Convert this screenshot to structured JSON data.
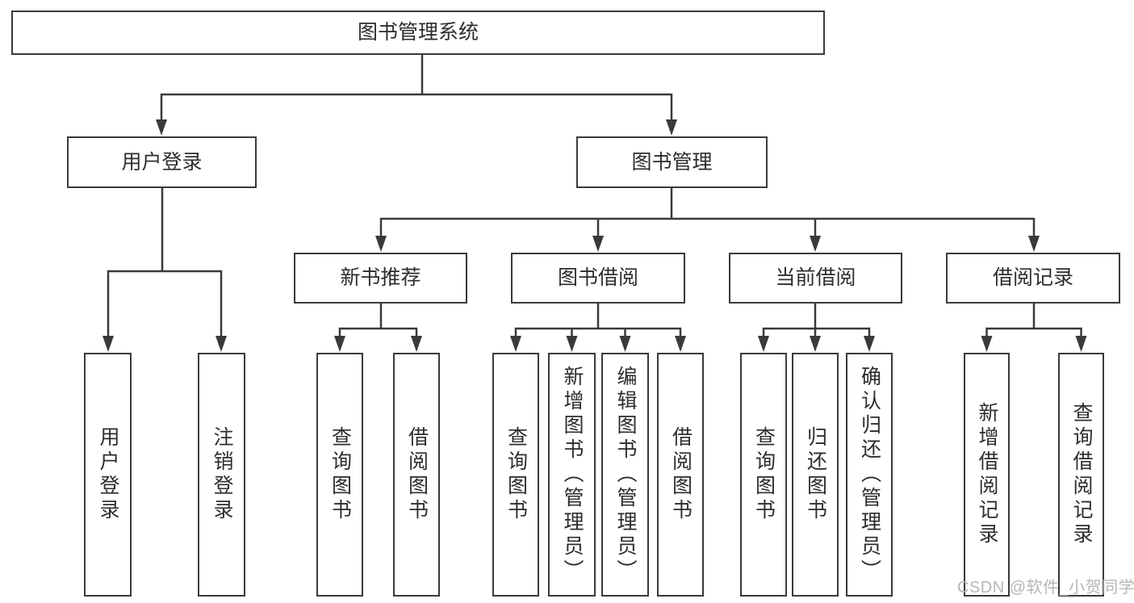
{
  "tree": {
    "label": "图书管理系统",
    "children": [
      {
        "label": "用户登录",
        "children": [
          {
            "label": "用户登录"
          },
          {
            "label": "注销登录"
          }
        ]
      },
      {
        "label": "图书管理",
        "children": [
          {
            "label": "新书推荐",
            "children": [
              {
                "label": "查询图书"
              },
              {
                "label": "借阅图书"
              }
            ]
          },
          {
            "label": "图书借阅",
            "children": [
              {
                "label": "查询图书"
              },
              {
                "label": "新增图书（管理员）"
              },
              {
                "label": "编辑图书（管理员）"
              },
              {
                "label": "借阅图书"
              }
            ]
          },
          {
            "label": "当前借阅",
            "children": [
              {
                "label": "查询图书"
              },
              {
                "label": "归还图书"
              },
              {
                "label": "确认归还（管理员）"
              }
            ]
          },
          {
            "label": "借阅记录",
            "children": [
              {
                "label": "新增借阅记录"
              },
              {
                "label": "查询借阅记录"
              }
            ]
          }
        ]
      }
    ]
  },
  "watermark": {
    "text": "CSDN @软件_小贺同学",
    "color": "#b6b6b6"
  },
  "colors": {
    "line": "#3a3a3a",
    "box_border": "#3a3a3a",
    "text": "#2d2d2d",
    "background": "#ffffff"
  }
}
